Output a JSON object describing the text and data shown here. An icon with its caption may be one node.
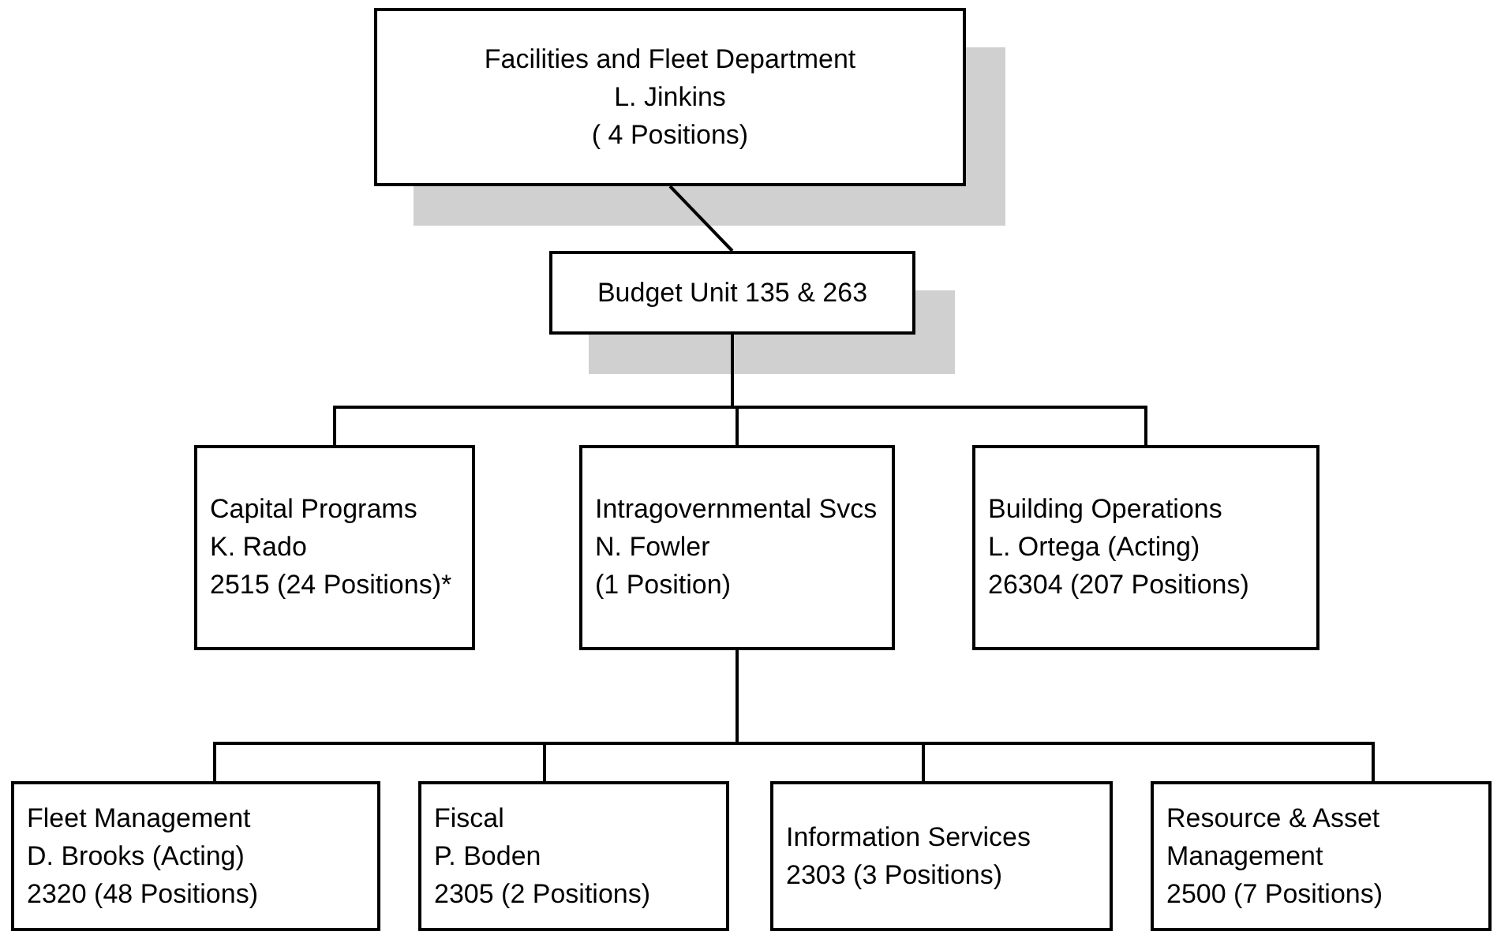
{
  "diagram": {
    "nodes": [
      {
        "text": [
          "Facilities and Fleet Department",
          "L. Jinkins",
          "( 4 Positions)"
        ]
      },
      {
        "text": [
          "Budget Unit 135 & 263"
        ]
      },
      {
        "text": [
          "Capital Programs",
          "K. Rado",
          "2515 (24 Positions)*"
        ]
      },
      {
        "text": [
          "Intragovernmental Svcs",
          "N. Fowler",
          "(1 Position)"
        ]
      },
      {
        "text": [
          "Building Operations",
          "L. Ortega (Acting)",
          "26304 (207 Positions)"
        ]
      },
      {
        "text": [
          "Fleet Management",
          "D. Brooks (Acting)",
          "2320 (48 Positions)"
        ]
      },
      {
        "text": [
          "Fiscal",
          "P. Boden",
          "2305 (2 Positions)"
        ]
      },
      {
        "text": [
          "Information Services",
          "2303 (3 Positions)"
        ]
      },
      {
        "text": [
          "Resource & Asset Management",
          "2500 (7 Positions)"
        ]
      }
    ],
    "edges": [
      {
        "from": 0,
        "to": 1,
        "arrow": "none"
      },
      {
        "from": 1,
        "to": 2,
        "arrow": "none"
      },
      {
        "from": 1,
        "to": 3,
        "arrow": "none"
      },
      {
        "from": 1,
        "to": 4,
        "arrow": "none"
      },
      {
        "from": 3,
        "to": 5,
        "arrow": "none"
      },
      {
        "from": 3,
        "to": 6,
        "arrow": "none"
      },
      {
        "from": 3,
        "to": 7,
        "arrow": "none"
      },
      {
        "from": 3,
        "to": 8,
        "arrow": "none"
      }
    ]
  }
}
